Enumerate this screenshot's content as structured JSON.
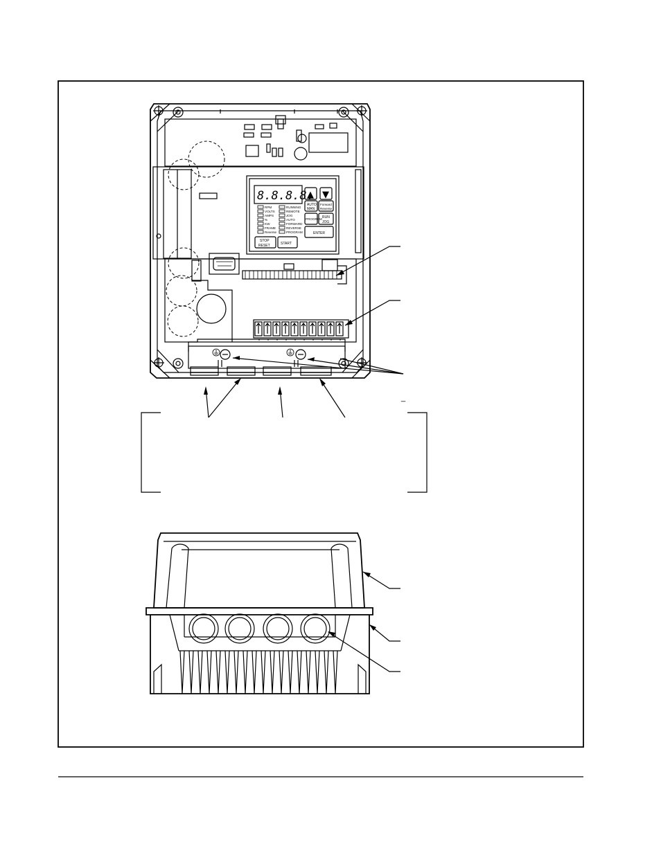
{
  "keypad": {
    "display_digits": "8.8.8.8.",
    "led_labels_left": [
      "RPM",
      "VOLTS",
      "AMPS",
      "%",
      "KW",
      "FRAME",
      "Reverse"
    ],
    "led_labels_right": [
      "RUNNING",
      "REMOTE",
      "JOG",
      "AUTO",
      "FORWARD",
      "REVERSE",
      "PROGRAM"
    ],
    "buttons": {
      "up": "▲",
      "down": "▼",
      "auto_man_top": "AUTO",
      "auto_man_bottom": "MAN",
      "forward_reverse_top": "Forward",
      "forward_reverse_bottom": "Reverse",
      "program": "PROGRAM",
      "run_top": "RUN",
      "run_bottom": "JOG",
      "enter": "ENTER",
      "stop_top": "STOP",
      "stop_bottom": "RESET",
      "start": "START"
    }
  },
  "terminal_strip": {
    "terminal_count": 10
  },
  "callout_mark": "_",
  "colors": {
    "ink": "#000000",
    "paper": "#ffffff"
  }
}
